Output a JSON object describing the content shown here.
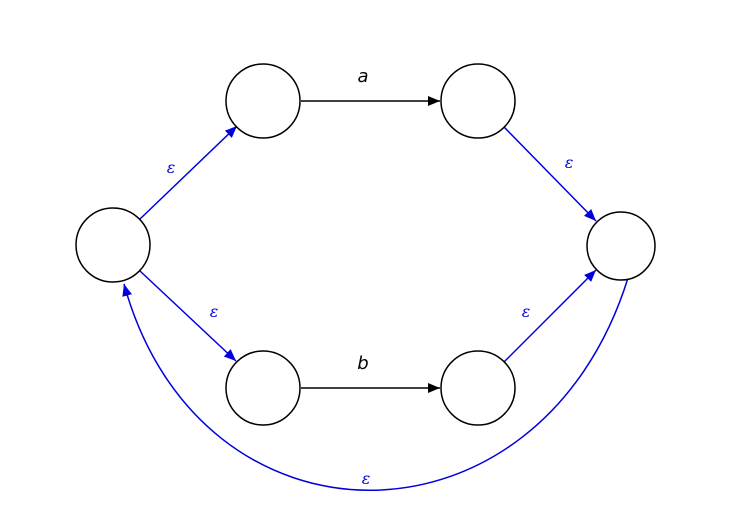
{
  "diagram": {
    "type": "state-diagram",
    "colors": {
      "epsilon": "#0000dd",
      "symbol": "#000000",
      "state_stroke": "#000000",
      "state_fill": "#ffffff",
      "background": "#ffffff"
    },
    "states": [
      {
        "id": "start"
      },
      {
        "id": "a-in"
      },
      {
        "id": "a-out"
      },
      {
        "id": "b-in"
      },
      {
        "id": "b-out"
      },
      {
        "id": "end"
      }
    ],
    "edges": [
      {
        "id": "start-to-a-in",
        "label": "ε"
      },
      {
        "id": "a-in-to-a-out",
        "label": "a"
      },
      {
        "id": "a-out-to-end",
        "label": "ε"
      },
      {
        "id": "start-to-b-in",
        "label": "ε"
      },
      {
        "id": "b-in-to-b-out",
        "label": "b"
      },
      {
        "id": "b-out-to-end",
        "label": "ε"
      },
      {
        "id": "end-to-start-loop",
        "label": "ε"
      }
    ]
  }
}
